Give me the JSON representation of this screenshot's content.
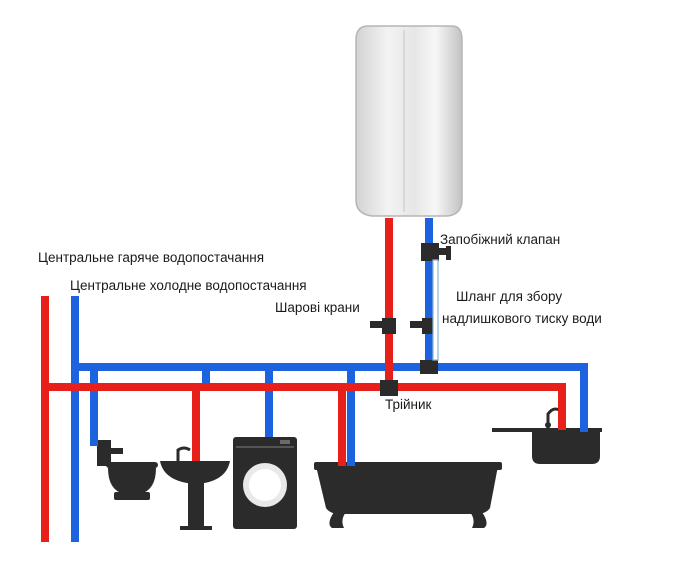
{
  "labels": {
    "central_hot": "Центральне гаряче водопостачання",
    "central_cold": "Центральне холодне водопостачання",
    "safety_valve": "Запобіжний клапан",
    "hose_line1": "Шланг для збору",
    "hose_line2": "надлишкового тиску води",
    "ball_valves": "Шарові крани",
    "tee": "Трійник"
  },
  "colors": {
    "hot_pipe": "#e8201c",
    "cold_pipe": "#1d63e0",
    "fixture": "#2b2b2b",
    "boiler_light": "#f1f1f1",
    "boiler_dark": "#bdbdbd"
  },
  "icons": {
    "boiler": "water-heater-icon",
    "toilet": "toilet-icon",
    "washbasin": "washbasin-icon",
    "washing_machine": "washing-machine-icon",
    "bathtub": "bathtub-icon",
    "kitchen_sink": "kitchen-sink-icon"
  }
}
